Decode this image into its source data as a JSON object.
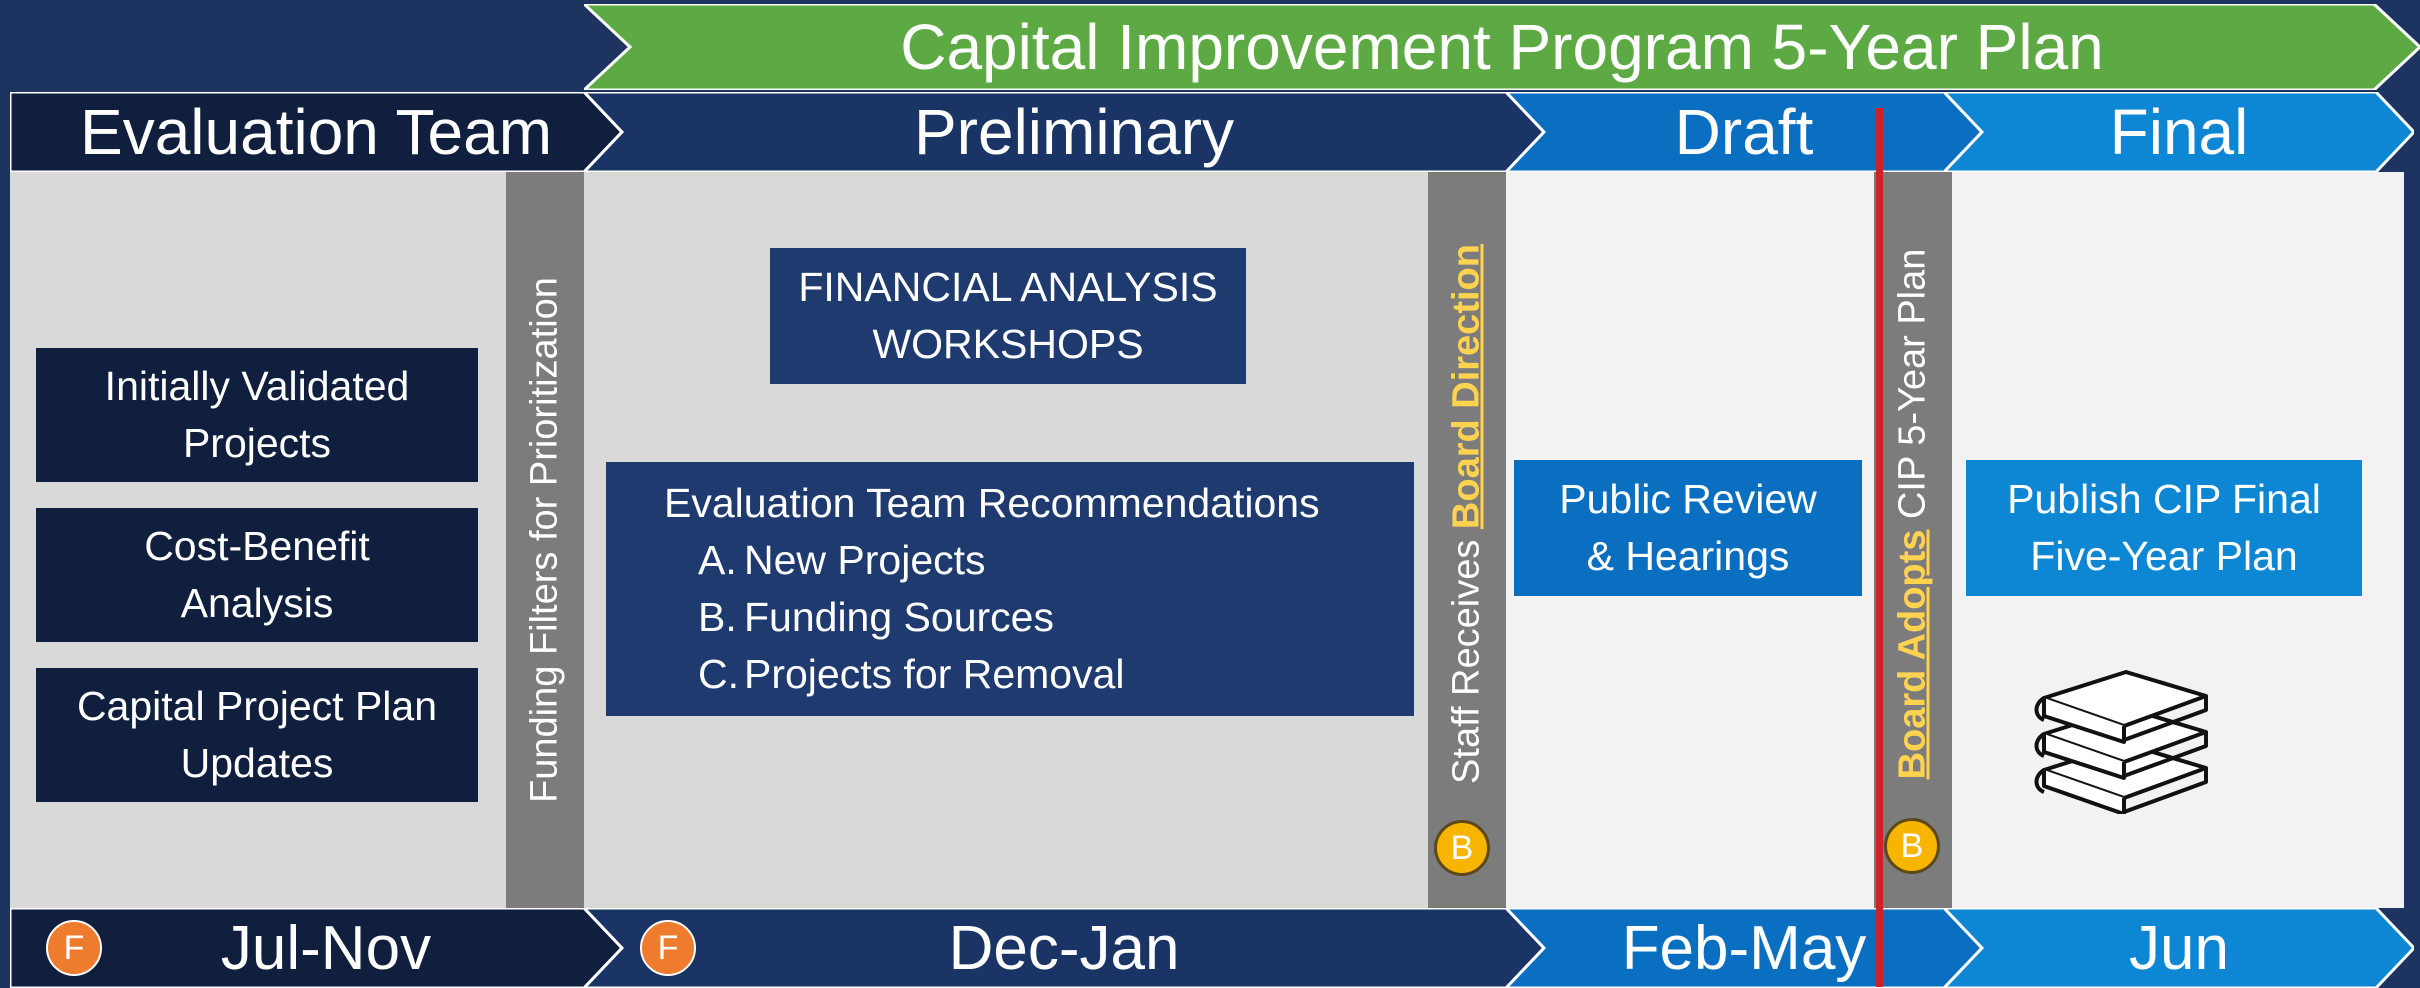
{
  "header": {
    "title": "Capital Improvement Program 5-Year Plan",
    "title_color": "#5daa45"
  },
  "phases": [
    {
      "label": "Evaluation Team",
      "color": "#0f1f3d"
    },
    {
      "label": "Preliminary",
      "color": "#1a3565"
    },
    {
      "label": "Draft",
      "color": "#0a6ec1"
    },
    {
      "label": "Final",
      "color": "#0d86d3"
    }
  ],
  "evaluation": {
    "boxes": [
      {
        "line1": "Initially Validated",
        "line2": "Projects"
      },
      {
        "line1": "Cost-Benefit",
        "line2": "Analysis"
      },
      {
        "line1": "Capital Project Plan",
        "line2": "Updates"
      }
    ]
  },
  "filters_bar": {
    "label": "Funding Filters for Prioritization"
  },
  "preliminary": {
    "workshops": {
      "line1": "FINANCIAL ANALYSIS",
      "line2": "WORKSHOPS"
    },
    "recommendations": {
      "title": "Evaluation Team Recommendations",
      "items": [
        {
          "letter": "A.",
          "text": "New Projects"
        },
        {
          "letter": "B.",
          "text": "Funding Sources"
        },
        {
          "letter": "C.",
          "text": "Projects for Removal"
        }
      ]
    }
  },
  "direction_bar": {
    "prefix": "Staff Receives ",
    "highlight": "Board Direction"
  },
  "draft": {
    "review": {
      "line1": "Public Review",
      "line2": "& Hearings"
    }
  },
  "adopts_bar": {
    "highlight": "Board Adopts",
    "suffix": " CIP 5-Year Plan"
  },
  "final": {
    "publish": {
      "line1": "Publish CIP Final",
      "line2": "Five-Year Plan"
    },
    "icon": "books-icon"
  },
  "badges": {
    "board": "B",
    "funding": "F"
  },
  "timeline": [
    {
      "label": "Jul-Nov",
      "color": "#0f1f3d"
    },
    {
      "label": "Dec-Jan",
      "color": "#1a3565"
    },
    {
      "label": "Feb-May",
      "color": "#0a6ec1"
    },
    {
      "label": "Jun",
      "color": "#0d86d3"
    }
  ],
  "colors": {
    "panel_light": "#d9d9d9",
    "panel_white": "#f2f2f2",
    "gray_bar": "#7c7c7c",
    "highlight": "#ffd250",
    "marker_line": "#d0202a"
  }
}
